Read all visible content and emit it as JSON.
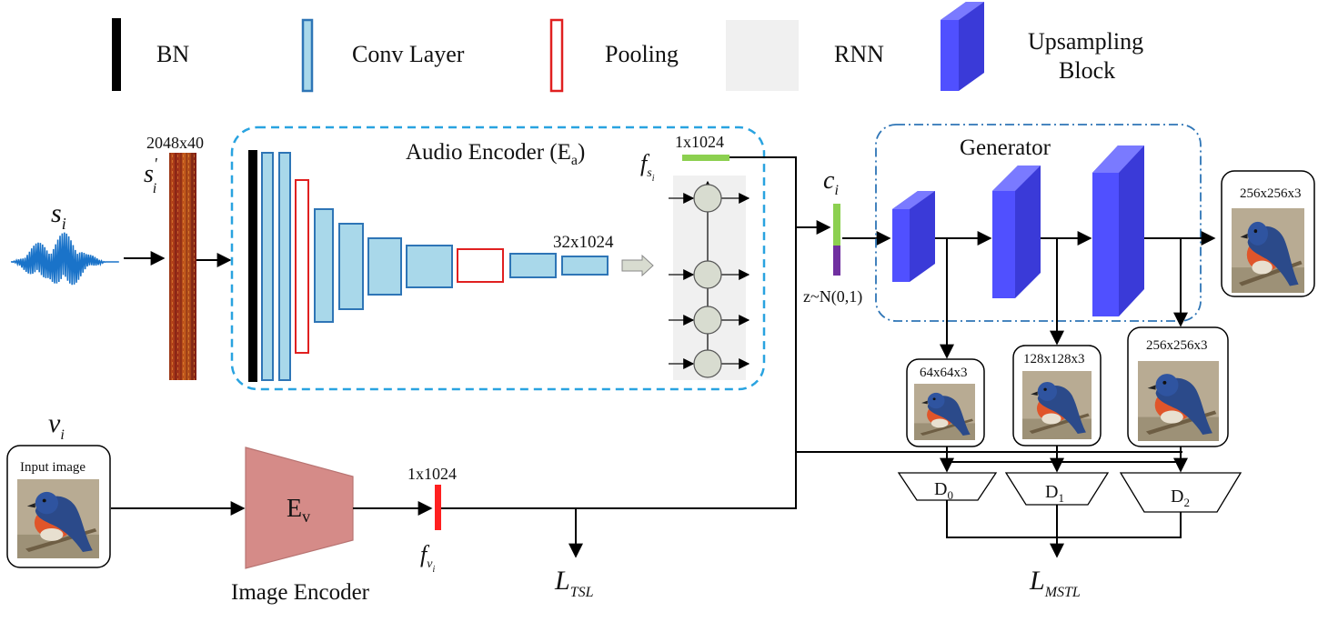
{
  "colors": {
    "bn": "#000000",
    "conv_fill": "#a9d8ea",
    "conv_stroke": "#2e75b6",
    "pooling": "#e02020",
    "rnn_bg": "#f0f0f0",
    "upsampling": "#5050ff",
    "encoder_border": "#29a3e0",
    "image_encoder": "#d58b88",
    "feature_green": "#8cd050",
    "feature_purple": "#7030a0",
    "feature_red": "#ff2020",
    "waveform": "#1a73c9"
  },
  "legend": {
    "bn": "BN",
    "conv": "Conv Layer",
    "pooling": "Pooling",
    "rnn": "RNN",
    "upsampling_line1": "Upsampling",
    "upsampling_line2": "Block"
  },
  "audio": {
    "s_main": "s",
    "s_sub": "i",
    "spec_main": "s",
    "spec_prime": "'",
    "spec_sub": "i",
    "spec_dim": "2048x40"
  },
  "audio_encoder": {
    "title_prefix": "Audio Encoder (E",
    "title_sub": "a",
    "title_suffix": ")",
    "conv_out_dim": "32x1024",
    "feat_main": "f",
    "feat_sub": "s",
    "feat_subsub": "i",
    "feat_dim": "1x1024"
  },
  "conditioning": {
    "c_main": "c",
    "c_sub": "i",
    "noise": "z~N(0,1)"
  },
  "generator": {
    "title": "Generator",
    "out_top": "256x256x3",
    "out_64": "64x64x3",
    "out_128": "128x128x3",
    "out_256": "256x256x3"
  },
  "image": {
    "v_main": "v",
    "v_sub": "i",
    "input_label": "Input image",
    "encoder_main": "E",
    "encoder_sub": "v",
    "encoder_caption": "Image Encoder",
    "feat_dim": "1x1024",
    "feat_main": "f",
    "feat_sub": "v",
    "feat_subsub": "i"
  },
  "discriminators": [
    {
      "main": "D",
      "sub": "0"
    },
    {
      "main": "D",
      "sub": "1"
    },
    {
      "main": "D",
      "sub": "2"
    }
  ],
  "losses": {
    "tsl_main": "L",
    "tsl_sub": "TSL",
    "mstl_main": "L",
    "mstl_sub": "MSTL"
  }
}
